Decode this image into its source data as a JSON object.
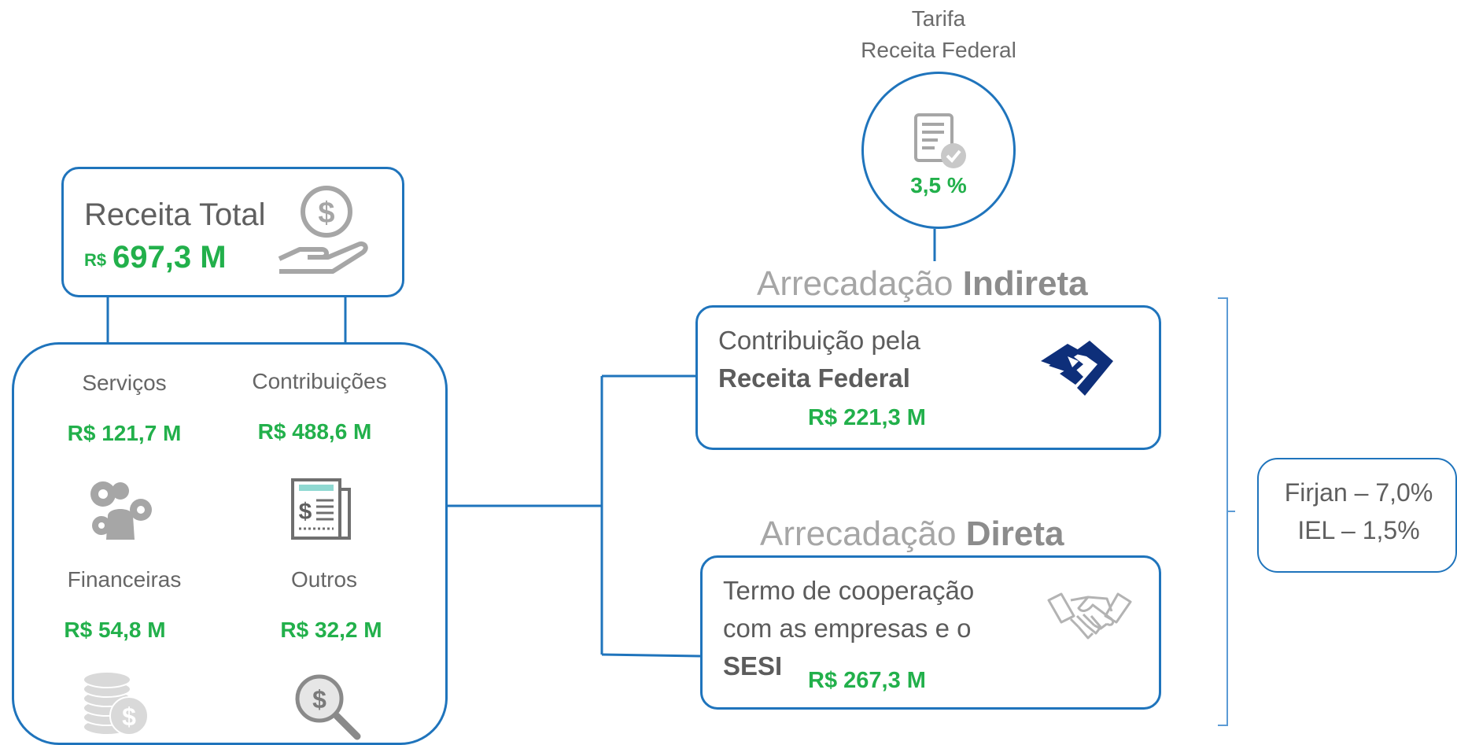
{
  "total": {
    "label": "Receita Total",
    "prefix": "R$",
    "value": "697,3 M"
  },
  "grid": {
    "servicos": {
      "label": "Serviços",
      "value": "R$ 121,7 M"
    },
    "contribuicoes": {
      "label": "Contribuições",
      "value": "R$ 488,6 M"
    },
    "financeiras": {
      "label": "Financeiras",
      "value": "R$ 54,8 M"
    },
    "outros": {
      "label": "Outros",
      "value": "R$ 32,2 M"
    }
  },
  "tarifa": {
    "line1": "Tarifa",
    "line2": "Receita Federal",
    "value": "3,5 %"
  },
  "indireta": {
    "heading_light": "Arrecadação",
    "heading_bold": "Indireta",
    "line1": "Contribuição pela",
    "line2": "Receita Federal",
    "value": "R$ 221,3 M"
  },
  "direta": {
    "heading_light": "Arrecadação",
    "heading_bold": "Direta",
    "line1": "Termo de cooperação",
    "line2": "com as empresas e o",
    "line3": "SESI",
    "value": "R$ 267,3 M"
  },
  "split": {
    "line1": "Firjan – 7,0%",
    "line2": "IEL – 1,5%"
  },
  "colors": {
    "border": "#1f74bc",
    "value_green": "#22b04b",
    "icon_grey": "#a6a6a6"
  },
  "icons": [
    "money-hand-icon",
    "gears-person-icon",
    "invoice-icon",
    "coins-icon",
    "magnifier-dollar-icon",
    "document-check-icon",
    "receita-federal-logo",
    "handshake-icon"
  ]
}
